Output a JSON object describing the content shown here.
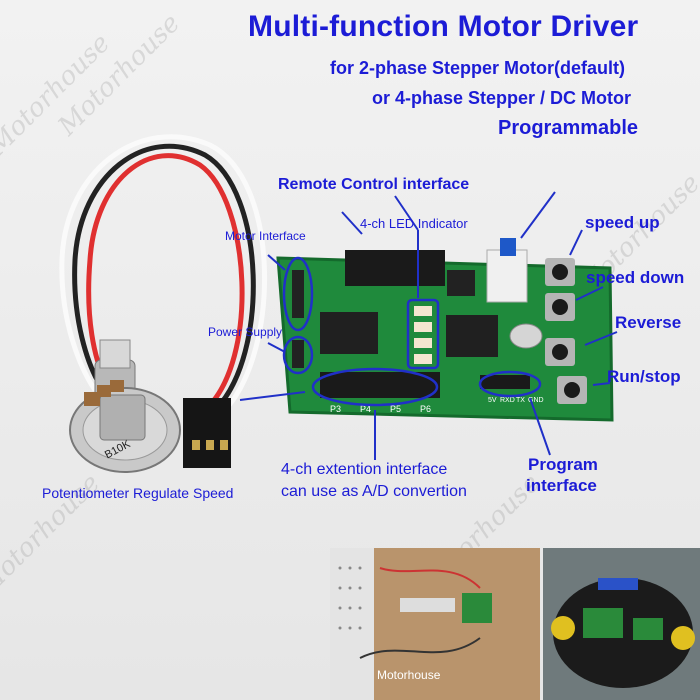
{
  "title": "Multi-function Motor Driver",
  "subtitle_line1": "for 2-phase Stepper Motor(default)",
  "subtitle_line2": "or 4-phase Stepper / DC Motor",
  "subtitle_line3": "Programmable",
  "labels": {
    "remote": "Remote Control interface",
    "led": "4-ch LED Indicator",
    "motor_interface": "Motor Interface",
    "power_supply": "Power Supply",
    "speed_up": "speed up",
    "speed_down": "speed down",
    "reverse": "Reverse",
    "run_stop": "Run/stop",
    "ext_line1": "4-ch extention interface",
    "ext_line2": "can use as A/D convertion",
    "program_line1": "Program",
    "program_line2": "interface",
    "potentiometer": "Potentiometer Regulate Speed"
  },
  "board_text": {
    "pins": [
      "P3",
      "P4",
      "P5",
      "P6"
    ],
    "prog_pins": [
      "5V",
      "RXD",
      "TX",
      "GND"
    ],
    "pot_label": "B10K"
  },
  "photo_caption": "Motorhouse",
  "watermark": "Motorhouse",
  "colors": {
    "label_blue": "#1c1cd6",
    "pcb_green": "#1f8a3c",
    "ellipse_blue": "#2030c8"
  }
}
